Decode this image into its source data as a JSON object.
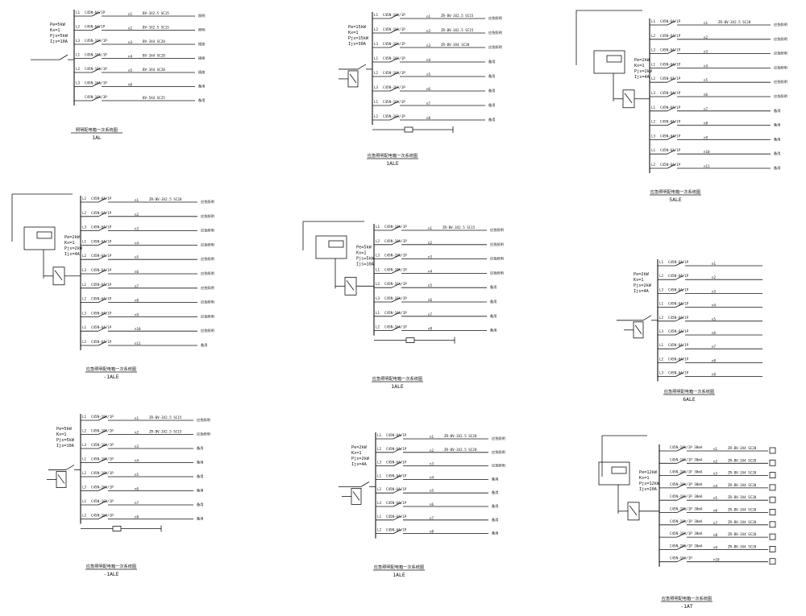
{
  "panels": [
    {
      "id": "p1",
      "incoming": "",
      "params": [
        "Pe=5kW",
        "Kx=1",
        "Pjs=5kW",
        "Ijs=10A"
      ],
      "breaker": "",
      "meter": "",
      "rows": [
        {
          "phase": "L1",
          "breaker": "C45N-6A/1P",
          "circuit": "n1",
          "cable": "BV-3X2.5 SC15",
          "load": "照明"
        },
        {
          "phase": "L2",
          "breaker": "C45N-6A/1P",
          "circuit": "n2",
          "cable": "BV-3X2.5 SC15",
          "load": "照明"
        },
        {
          "phase": "L3",
          "breaker": "C45N-16A/1P",
          "circuit": "n3",
          "cable": "BV-3X4 SC20",
          "load": "插座"
        },
        {
          "phase": "L1",
          "breaker": "C45N-16A/1P",
          "circuit": "n4",
          "cable": "BV-3X4 SC20",
          "load": "插座"
        },
        {
          "phase": "L2",
          "breaker": "C45N-16A/1P",
          "circuit": "n5",
          "cable": "BV-3X4 SC20",
          "load": "插座"
        },
        {
          "phase": "L3",
          "breaker": "C45N-16A/1P",
          "circuit": "n6",
          "cable": "",
          "load": "备用"
        },
        {
          "phase": "",
          "breaker": "C45N-16A/3P",
          "circuit": "",
          "cable": "BV-5X4 SC25",
          "load": "备用"
        }
      ],
      "footer": "",
      "title": "照明配电箱一次系统图",
      "name": "1AL",
      "notes": [
        "",
        "",
        "",
        ""
      ]
    },
    {
      "id": "p2",
      "incoming": "",
      "params": [
        "Pe=15kW",
        "Kx=1",
        "Pjs=15kW",
        "Ijs=30A"
      ],
      "breaker": "",
      "meter": "",
      "rows": [
        {
          "phase": "L1",
          "breaker": "C45N-10A/1P",
          "circuit": "n1",
          "cable": "ZR-BV-3X2.5 SC15",
          "load": "应急照明"
        },
        {
          "phase": "L2",
          "breaker": "C45N-10A/1P",
          "circuit": "n2",
          "cable": "ZR-BV-3X2.5 SC15",
          "load": "应急照明"
        },
        {
          "phase": "L3",
          "breaker": "C45N-16A/1P",
          "circuit": "n3",
          "cable": "ZR-BV-3X4 SC20",
          "load": "应急照明"
        },
        {
          "phase": "L1",
          "breaker": "C45N-16A/1P",
          "circuit": "n4",
          "cable": "",
          "load": "备用"
        },
        {
          "phase": "L2",
          "breaker": "C45N-16A/1P",
          "circuit": "n5",
          "cable": "",
          "load": "备用"
        },
        {
          "phase": "L3",
          "breaker": "C45N-16A/1P",
          "circuit": "n6",
          "cable": "",
          "load": "备用"
        },
        {
          "phase": "L1",
          "breaker": "C45N-16A/1P",
          "circuit": "n7",
          "cable": "",
          "load": "备用"
        },
        {
          "phase": "L2",
          "breaker": "C45N-16A/1P",
          "circuit": "n8",
          "cable": "",
          "load": "备用"
        }
      ],
      "footer": "",
      "title": "应急照明配电箱一次系统图",
      "name": "1ALE",
      "notes": [
        "",
        "",
        ""
      ]
    },
    {
      "id": "p3",
      "incoming": "",
      "params": [
        "Pe=2kW",
        "Kx=1",
        "Pjs=2kW",
        "Ijs=4A"
      ],
      "breaker": "",
      "meter": "",
      "rows": [
        {
          "phase": "L1",
          "breaker": "C45N-6A/1P",
          "circuit": "n1",
          "cable": "ZR-BV-3X2.5 SC20",
          "load": "应急照明"
        },
        {
          "phase": "L2",
          "breaker": "C45N-6A/1P",
          "circuit": "n2",
          "cable": "",
          "load": "应急照明"
        },
        {
          "phase": "L3",
          "breaker": "C45N-6A/1P",
          "circuit": "n3",
          "cable": "",
          "load": "应急照明"
        },
        {
          "phase": "L1",
          "breaker": "C45N-6A/1P",
          "circuit": "n4",
          "cable": "",
          "load": "应急照明"
        },
        {
          "phase": "L2",
          "breaker": "C45N-6A/1P",
          "circuit": "n5",
          "cable": "",
          "load": "应急照明"
        },
        {
          "phase": "L3",
          "breaker": "C45N-6A/1P",
          "circuit": "n6",
          "cable": "",
          "load": "应急照明"
        },
        {
          "phase": "L1",
          "breaker": "C45N-6A/1P",
          "circuit": "n7",
          "cable": "",
          "load": "备用"
        },
        {
          "phase": "L2",
          "breaker": "C45N-6A/1P",
          "circuit": "n8",
          "cable": "",
          "load": "备用"
        },
        {
          "phase": "L3",
          "breaker": "C45N-6A/1P",
          "circuit": "n9",
          "cable": "",
          "load": "备用"
        },
        {
          "phase": "L1",
          "breaker": "C45N-6A/1P",
          "circuit": "n10",
          "cable": "",
          "load": "备用"
        },
        {
          "phase": "L2",
          "breaker": "C45N-6A/1P",
          "circuit": "n11",
          "cable": "",
          "load": "备用"
        }
      ],
      "footer": "",
      "title": "应急照明配电箱一次系统图",
      "name": "5ALE",
      "notes": [
        "",
        ""
      ]
    },
    {
      "id": "p4",
      "incoming": "",
      "params": [
        "Pe=2kW",
        "Kx=1",
        "Pjs=2kW",
        "Ijs=4A"
      ],
      "breaker": "",
      "meter": "",
      "rows": [
        {
          "phase": "L1",
          "breaker": "C45N-6A/1P",
          "circuit": "n1",
          "cable": "ZR-BV-3X2.5 SC20",
          "load": "应急照明"
        },
        {
          "phase": "L2",
          "breaker": "C45N-6A/1P",
          "circuit": "n2",
          "cable": "",
          "load": "应急照明"
        },
        {
          "phase": "L3",
          "breaker": "C45N-6A/1P",
          "circuit": "n3",
          "cable": "",
          "load": "应急照明"
        },
        {
          "phase": "L1",
          "breaker": "C45N-6A/1P",
          "circuit": "n4",
          "cable": "",
          "load": "应急照明"
        },
        {
          "phase": "L2",
          "breaker": "C45N-6A/1P",
          "circuit": "n5",
          "cable": "",
          "load": "应急照明"
        },
        {
          "phase": "L3",
          "breaker": "C45N-6A/1P",
          "circuit": "n6",
          "cable": "",
          "load": "应急照明"
        },
        {
          "phase": "L1",
          "breaker": "C45N-6A/1P",
          "circuit": "n7",
          "cable": "",
          "load": "应急照明"
        },
        {
          "phase": "L2",
          "breaker": "C45N-6A/1P",
          "circuit": "n8",
          "cable": "",
          "load": "应急照明"
        },
        {
          "phase": "L3",
          "breaker": "C45N-6A/1P",
          "circuit": "n9",
          "cable": "",
          "load": "应急照明"
        },
        {
          "phase": "L1",
          "breaker": "C45N-6A/1P",
          "circuit": "n10",
          "cable": "",
          "load": "应急照明"
        },
        {
          "phase": "L2",
          "breaker": "C45N-6A/1P",
          "circuit": "n11",
          "cable": "",
          "load": "备用"
        }
      ],
      "footer": "",
      "title": "应急照明配电箱一次系统图",
      "name": "-1ALE",
      "notes": [
        "",
        ""
      ]
    },
    {
      "id": "p5",
      "incoming": "",
      "params": [
        "Pe=5kW",
        "Kx=1",
        "Pjs=5kW",
        "Ijs=10A"
      ],
      "breaker": "",
      "meter": "",
      "rows": [
        {
          "phase": "L1",
          "breaker": "C45N-10A/1P",
          "circuit": "n1",
          "cable": "ZR-BV-3X2.5 SC15",
          "load": "应急照明"
        },
        {
          "phase": "L2",
          "breaker": "C45N-10A/1P",
          "circuit": "n2",
          "cable": "",
          "load": "应急照明"
        },
        {
          "phase": "L3",
          "breaker": "C45N-10A/1P",
          "circuit": "n3",
          "cable": "",
          "load": "应急照明"
        },
        {
          "phase": "L1",
          "breaker": "C45N-10A/1P",
          "circuit": "n4",
          "cable": "",
          "load": "应急照明"
        },
        {
          "phase": "L2",
          "breaker": "C45N-16A/1P",
          "circuit": "n5",
          "cable": "",
          "load": "备用"
        },
        {
          "phase": "L3",
          "breaker": "C45N-16A/1P",
          "circuit": "n6",
          "cable": "",
          "load": "备用"
        },
        {
          "phase": "L1",
          "breaker": "C45N-16A/1P",
          "circuit": "n7",
          "cable": "",
          "load": "备用"
        },
        {
          "phase": "L2",
          "breaker": "C45N-16A/1P",
          "circuit": "n8",
          "cable": "",
          "load": "备用"
        }
      ],
      "footer": "",
      "title": "应急照明配电箱一次系统图",
      "name": "1ALE",
      "notes": [
        "",
        "",
        ""
      ]
    },
    {
      "id": "p6",
      "incoming": "",
      "params": [
        "Pe=2kW",
        "Kx=1",
        "Pjs=2kW",
        "Ijs=4A"
      ],
      "breaker": "",
      "meter": "",
      "rows": [
        {
          "phase": "L1",
          "breaker": "C45N-6A/1P",
          "circuit": "n1",
          "cable": "",
          "load": ""
        },
        {
          "phase": "L2",
          "breaker": "C45N-6A/1P",
          "circuit": "n2",
          "cable": "",
          "load": ""
        },
        {
          "phase": "L3",
          "breaker": "C45N-6A/1P",
          "circuit": "n3",
          "cable": "",
          "load": ""
        },
        {
          "phase": "L1",
          "breaker": "C45N-6A/1P",
          "circuit": "n4",
          "cable": "",
          "load": ""
        },
        {
          "phase": "L2",
          "breaker": "C45N-6A/1P",
          "circuit": "n5",
          "cable": "",
          "load": ""
        },
        {
          "phase": "L3",
          "breaker": "C45N-6A/1P",
          "circuit": "n6",
          "cable": "",
          "load": ""
        },
        {
          "phase": "L1",
          "breaker": "C45N-6A/1P",
          "circuit": "n7",
          "cable": "",
          "load": ""
        },
        {
          "phase": "L2",
          "breaker": "C45N-6A/1P",
          "circuit": "n8",
          "cable": "",
          "load": ""
        },
        {
          "phase": "L3",
          "breaker": "C45N-6A/1P",
          "circuit": "n9",
          "cable": "",
          "load": ""
        }
      ],
      "footer": "",
      "title": "应急照明配电箱一次系统图",
      "name": "6ALE",
      "notes": [
        "",
        "",
        ""
      ]
    },
    {
      "id": "p7",
      "incoming": "",
      "params": [
        "Pe=5kW",
        "Kx=1",
        "Pjs=5kW",
        "Ijs=10A"
      ],
      "breaker": "",
      "meter": "",
      "rows": [
        {
          "phase": "L1",
          "breaker": "C45N-10A/1P",
          "circuit": "n1",
          "cable": "ZR-BV-3X2.5 SC15",
          "load": "应急照明"
        },
        {
          "phase": "L2",
          "breaker": "C45N-10A/1P",
          "circuit": "n2",
          "cable": "ZR-BV-3X2.5 SC15",
          "load": "应急照明"
        },
        {
          "phase": "L3",
          "breaker": "C45N-10A/1P",
          "circuit": "n3",
          "cable": "",
          "load": "备用"
        },
        {
          "phase": "L1",
          "breaker": "C45N-10A/1P",
          "circuit": "n4",
          "cable": "",
          "load": "备用"
        },
        {
          "phase": "L2",
          "breaker": "C45N-10A/1P",
          "circuit": "n5",
          "cable": "",
          "load": "备用"
        },
        {
          "phase": "L3",
          "breaker": "C45N-16A/1P",
          "circuit": "n6",
          "cable": "",
          "load": "备用"
        },
        {
          "phase": "L1",
          "breaker": "C45N-16A/1P",
          "circuit": "n7",
          "cable": "",
          "load": "备用"
        },
        {
          "phase": "L2",
          "breaker": "C45N-16A/1P",
          "circuit": "n8",
          "cable": "",
          "load": "备用"
        }
      ],
      "footer": "",
      "title": "应急照明配电箱一次系统图",
      "name": "-1ALE",
      "notes": [
        "",
        "",
        ""
      ]
    },
    {
      "id": "p8",
      "incoming": "",
      "params": [
        "Pe=2kW",
        "Kx=1",
        "Pjs=2kW",
        "Ijs=4A"
      ],
      "breaker": "",
      "meter": "",
      "rows": [
        {
          "phase": "L1",
          "breaker": "C45N-6A/1P",
          "circuit": "n1",
          "cable": "ZR-BV-3X2.5 SC20",
          "load": "应急照明"
        },
        {
          "phase": "L2",
          "breaker": "C45N-6A/1P",
          "circuit": "n2",
          "cable": "ZR-BV-3X2.5 SC20",
          "load": "应急照明"
        },
        {
          "phase": "L3",
          "breaker": "C45N-6A/1P",
          "circuit": "n3",
          "cable": "",
          "load": "应急照明"
        },
        {
          "phase": "L1",
          "breaker": "C45N-6A/1P",
          "circuit": "n4",
          "cable": "",
          "load": "备用"
        },
        {
          "phase": "L2",
          "breaker": "C45N-6A/1P",
          "circuit": "n5",
          "cable": "",
          "load": "备用"
        },
        {
          "phase": "L3",
          "breaker": "C45N-6A/1P",
          "circuit": "n6",
          "cable": "",
          "load": "备用"
        },
        {
          "phase": "L1",
          "breaker": "C45N-6A/1P",
          "circuit": "n7",
          "cable": "",
          "load": "备用"
        },
        {
          "phase": "L2",
          "breaker": "C45N-6A/1P",
          "circuit": "n8",
          "cable": "",
          "load": "备用"
        }
      ],
      "footer": "",
      "title": "应急照明配电箱一次系统图",
      "name": "1ALE",
      "notes": [
        "",
        "",
        ""
      ]
    },
    {
      "id": "p9",
      "incoming": "",
      "params": [
        "Pe=12kW",
        "Kx=1",
        "Pjs=12kW",
        "Ijs=20A"
      ],
      "breaker": "",
      "meter": "",
      "rows": [
        {
          "phase": "",
          "breaker": "C45N-10A/1P 30mA",
          "circuit": "n1",
          "cable": "ZR-BV-3X4 SC20",
          "load": ""
        },
        {
          "phase": "",
          "breaker": "C45N-10A/1P 30mA",
          "circuit": "n2",
          "cable": "ZR-BV-3X4 SC20",
          "load": ""
        },
        {
          "phase": "",
          "breaker": "C45N-10A/1P 30mA",
          "circuit": "n3",
          "cable": "ZR-BV-3X4 SC20",
          "load": ""
        },
        {
          "phase": "",
          "breaker": "C45N-10A/1P 30mA",
          "circuit": "n4",
          "cable": "ZR-BV-3X4 SC20",
          "load": ""
        },
        {
          "phase": "",
          "breaker": "C45N-10A/1P 30mA",
          "circuit": "n5",
          "cable": "ZR-BV-3X4 SC20",
          "load": ""
        },
        {
          "phase": "",
          "breaker": "C45N-10A/1P 30mA",
          "circuit": "n6",
          "cable": "ZR-BV-3X4 SC20",
          "load": ""
        },
        {
          "phase": "",
          "breaker": "C45N-10A/1P 30mA",
          "circuit": "n7",
          "cable": "ZR-BV-3X4 SC20",
          "load": ""
        },
        {
          "phase": "",
          "breaker": "C45N-10A/1P 30mA",
          "circuit": "n8",
          "cable": "ZR-BV-3X4 SC20",
          "load": ""
        },
        {
          "phase": "",
          "breaker": "C45N-10A/1P 30mA",
          "circuit": "n9",
          "cable": "ZR-BV-3X4 SC20",
          "load": ""
        },
        {
          "phase": "",
          "breaker": "C45N-16A/1P",
          "circuit": "n10",
          "cable": "",
          "load": ""
        }
      ],
      "footer": "",
      "title": "应急照明配电箱一次系统图",
      "name": "-1AT",
      "notes": [
        "",
        "",
        ""
      ]
    }
  ]
}
